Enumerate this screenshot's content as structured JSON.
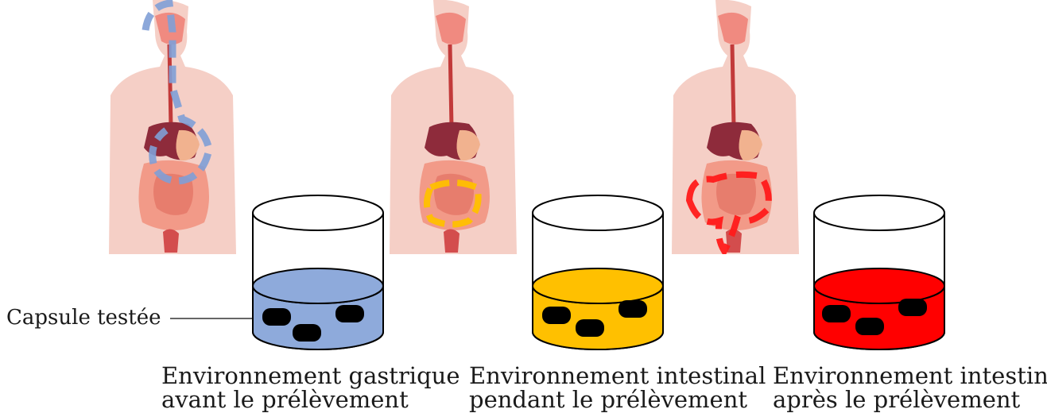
{
  "label": {
    "text": "Capsule testée"
  },
  "panels": [
    {
      "caption_line1": "Environnement gastrique",
      "caption_line2": "avant le prélèvement",
      "liquid_color": "#8eaadb",
      "highlight_color": "#7f9fd6",
      "highlight_region": "stomach"
    },
    {
      "caption_line1": "Environnement intestinal",
      "caption_line2": "pendant le prélèvement",
      "liquid_color": "#ffc000",
      "highlight_color": "#ffc000",
      "highlight_region": "small-intestine"
    },
    {
      "caption_line1": "Environnement intestinal",
      "caption_line2": "après le prélèvement",
      "liquid_color": "#ff0000",
      "highlight_color": "#ff1a1a",
      "highlight_region": "large-intestine"
    }
  ],
  "icons": {
    "capsule": "capsule-icon",
    "beaker": "beaker-icon",
    "anatomy": "digestive-system-icon"
  }
}
